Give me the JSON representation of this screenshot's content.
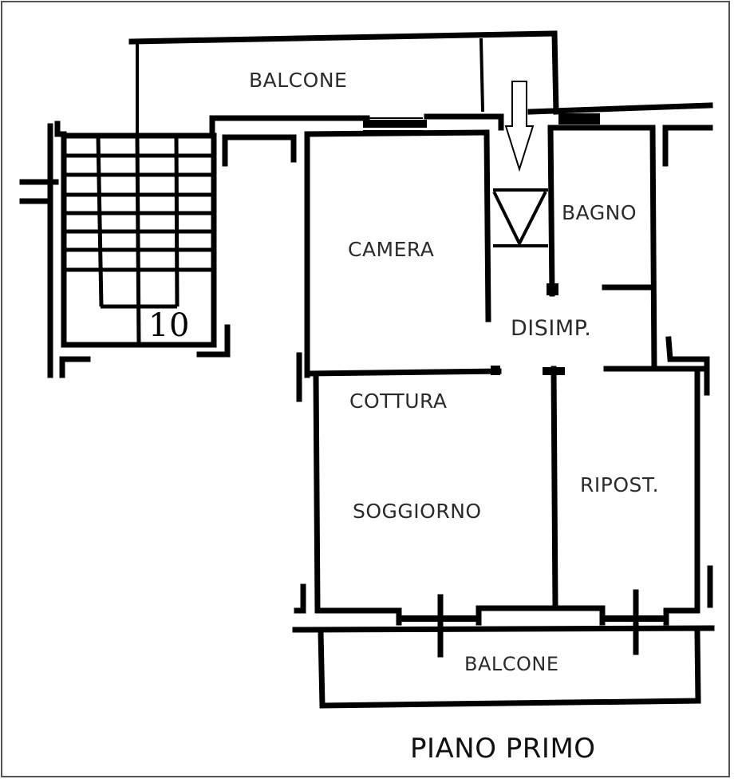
{
  "plan": {
    "title": "PIANO PRIMO",
    "stair_number": "10",
    "rooms": {
      "balcone_top": "BALCONE",
      "camera": "CAMERA",
      "bagno": "BAGNO",
      "disimp": "DISIMP.",
      "cottura": "COTTURA",
      "soggiorno": "SOGGIORNO",
      "ripost": "RIPOST.",
      "balcone_bottom": "BALCONE"
    },
    "entry_arrow": "entrance-arrow-down",
    "colors": {
      "wall": "#000000",
      "background": "#ffffff",
      "label": "#2b2b2b",
      "frame": "#555555"
    }
  }
}
